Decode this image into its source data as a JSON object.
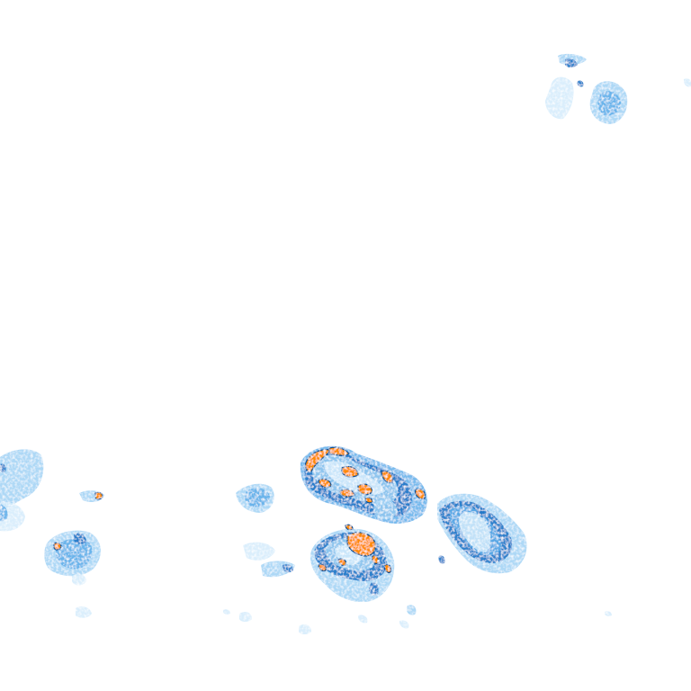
{
  "map": {
    "kind": "precipitation-radar-tile",
    "background": "#ffffff",
    "intensity_palette": {
      "very_light": "#d4ebfb",
      "light": "#9fd1f5",
      "medium": "#5eaeea",
      "heavy": "#1f78c8",
      "very_heavy": "#ff8a00",
      "outline": "#0b4f99"
    },
    "cells": [
      {
        "id": "cell-northeast"
      },
      {
        "id": "cell-central-large"
      },
      {
        "id": "cell-central-south"
      },
      {
        "id": "cell-east"
      },
      {
        "id": "cell-west-upper"
      },
      {
        "id": "cell-west-lower"
      },
      {
        "id": "cell-small-west-central"
      },
      {
        "id": "cell-small-south"
      }
    ]
  }
}
